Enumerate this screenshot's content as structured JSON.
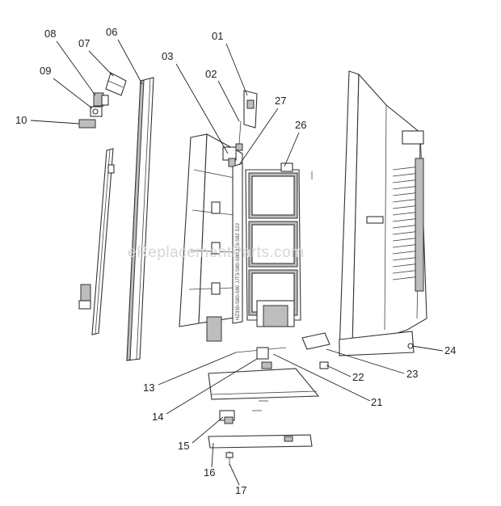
{
  "watermark": "eReplacementParts.com",
  "filter_label": "HZ330-S80-S80 JJT3-S80-S80 333-S82 S22",
  "callouts": [
    "01",
    "02",
    "03",
    "06",
    "07",
    "08",
    "09",
    "10",
    "13",
    "14",
    "15",
    "16",
    "17",
    "21",
    "22",
    "23",
    "24",
    "26",
    "27"
  ],
  "colors": {
    "line": "#333333",
    "dark_fill": "#bdbdbd",
    "watermark": "#d6d6d6"
  }
}
